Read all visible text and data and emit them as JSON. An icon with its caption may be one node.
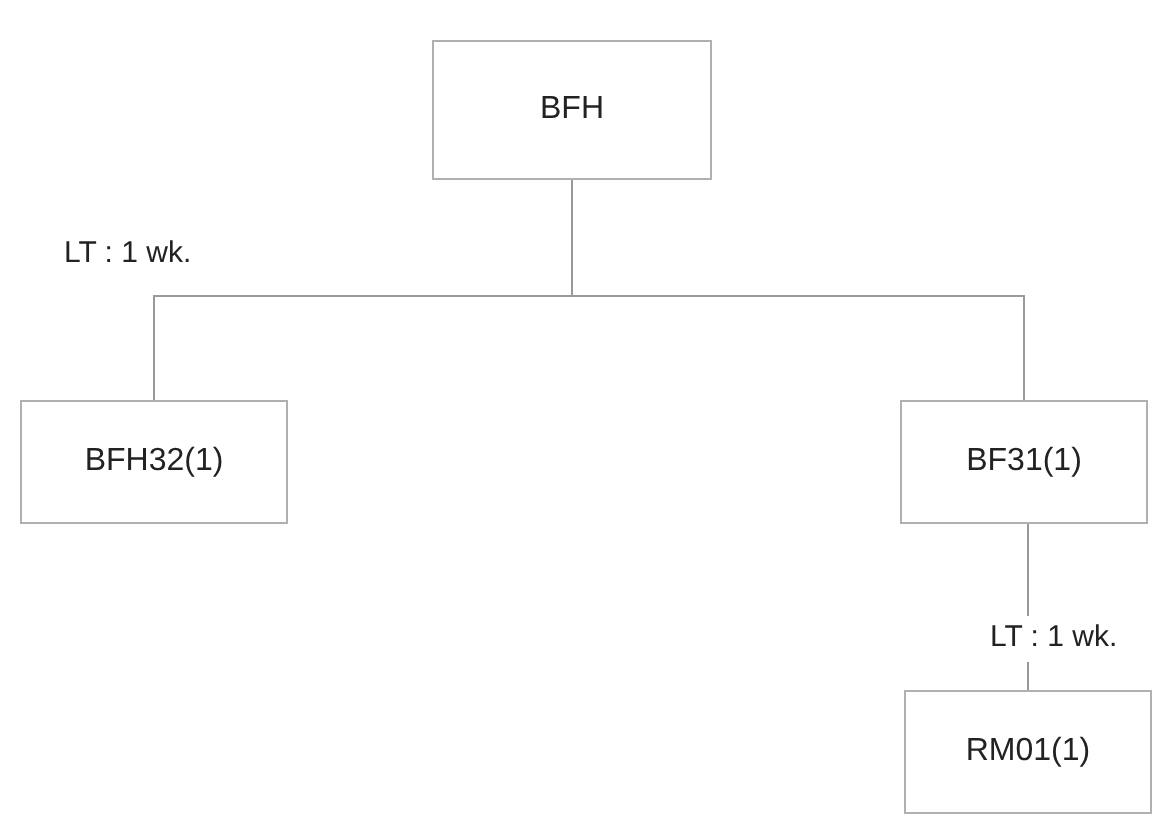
{
  "diagram": {
    "nodes": [
      {
        "text": [
          "BFH"
        ]
      },
      {
        "text": [
          "BFH32(1)"
        ]
      },
      {
        "text": [
          "BF31(1)"
        ]
      },
      {
        "text": [
          "RM01(1)"
        ]
      }
    ],
    "edges": [
      {
        "from": 0,
        "to": 1,
        "arrow": "none",
        "label": "LT : 1 wk."
      },
      {
        "from": 0,
        "to": 2,
        "arrow": "none"
      },
      {
        "from": 2,
        "to": 3,
        "arrow": "none",
        "label": "LT : 1 wk."
      }
    ]
  }
}
